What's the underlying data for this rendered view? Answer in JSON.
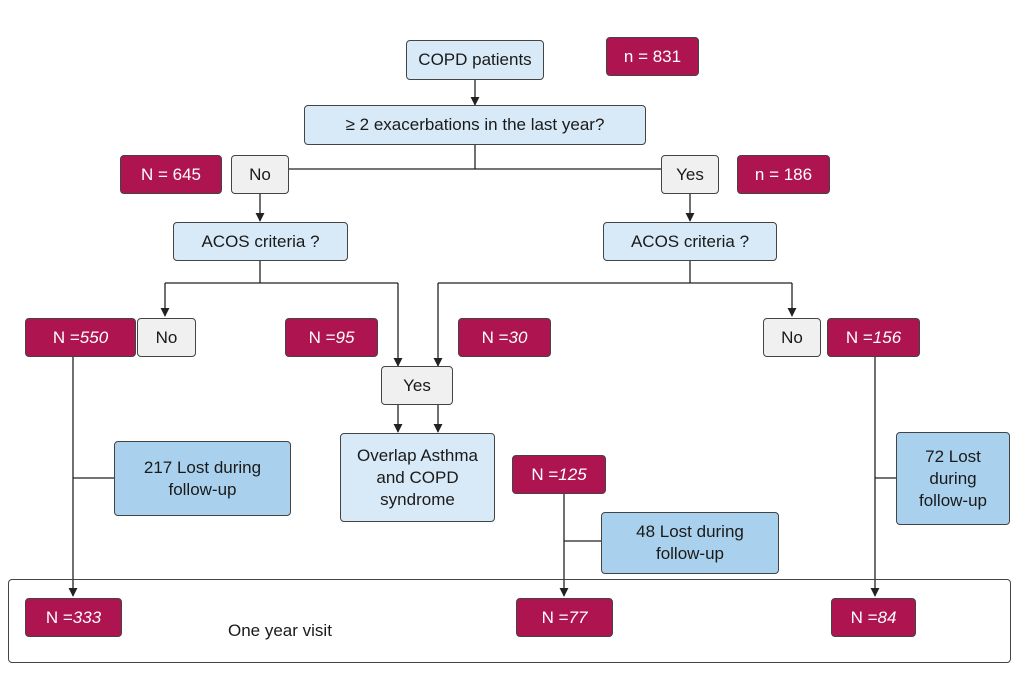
{
  "nodes": {
    "copd_patients": "COPD patients",
    "n_total": "n = 831",
    "exacerbations_question": "≥ 2 exacerbations in the last year?",
    "no_branch": "No",
    "yes_branch": "Yes",
    "n_no": "N = 645",
    "n_yes": "n = 186",
    "acos_left": "ACOS criteria ?",
    "acos_right": "ACOS criteria ?",
    "left_no": "No",
    "right_no": "No",
    "center_yes": "Yes",
    "overlap": "Overlap Asthma\nand COPD\nsyndrome",
    "lost_left": "217 Lost during\nfollow-up",
    "lost_mid": "48 Lost during\nfollow-up",
    "lost_right": "72 Lost\nduring\nfollow-up",
    "one_year_visit": "One year visit"
  },
  "counts": {
    "n550": {
      "prefix": "N = ",
      "value": "550"
    },
    "n95": {
      "prefix": "N = ",
      "value": "95"
    },
    "n30": {
      "prefix": "N = ",
      "value": "30"
    },
    "n156": {
      "prefix": "N = ",
      "value": "156"
    },
    "n125": {
      "prefix": "N = ",
      "value": "125"
    },
    "n333": {
      "prefix": "N = ",
      "value": "333"
    },
    "n77": {
      "prefix": "N = ",
      "value": "77"
    },
    "n84": {
      "prefix": "N = ",
      "value": "84"
    }
  },
  "colors": {
    "red": "#ad1450",
    "light_blue": "#d8eaf7",
    "mid_blue": "#a9d1ee",
    "grey": "#f0f0f0"
  }
}
